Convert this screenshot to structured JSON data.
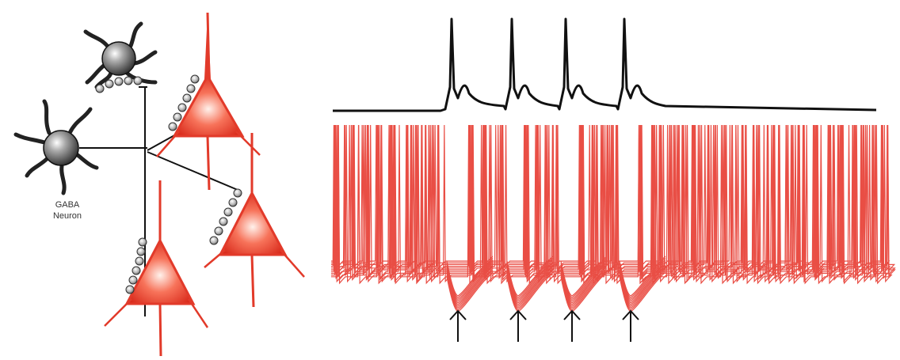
{
  "neuron_label": {
    "line1": "GABA",
    "line2": "Neuron"
  },
  "traces": {
    "top_spike_count": 4,
    "bottom_trace_count": 10,
    "arrow_count": 4
  },
  "colors": {
    "interneuron": "#222222",
    "pyramidal": "#e23a2a",
    "pyramidal_light": "#ffe4dc",
    "red_trace": "#e8453c",
    "black_trace": "#111111",
    "bouton": "#b9b9b9"
  },
  "icons": [
    "interneuron-icon",
    "pyramidal-neuron-icon",
    "up-arrow-icon"
  ]
}
